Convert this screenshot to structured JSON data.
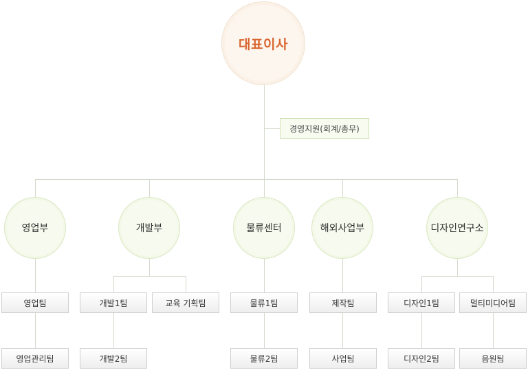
{
  "ceo": {
    "label": "대표이사"
  },
  "support": {
    "label": "경영지원(회계/총무)"
  },
  "departments": [
    {
      "label": "영업부",
      "teams": [
        "영업팀",
        "영업관리팀"
      ]
    },
    {
      "label": "개발부",
      "teams": [
        "개발1팀",
        "교육 기획팀",
        "개발2팀"
      ]
    },
    {
      "label": "물류센터",
      "teams": [
        "물류1팀",
        "물류2팀"
      ]
    },
    {
      "label": "해외사업부",
      "teams": [
        "제작팀",
        "사업팀"
      ]
    },
    {
      "label": "디자인연구소",
      "teams": [
        "디자인1팀",
        "멀티미디어팀",
        "디자인2팀",
        "음원팀"
      ]
    }
  ],
  "colors": {
    "ceo_text": "#d8652f",
    "line": "#d3d9cc",
    "dept_fill": "#f7fbef",
    "support_border": "#cfe0b3"
  }
}
